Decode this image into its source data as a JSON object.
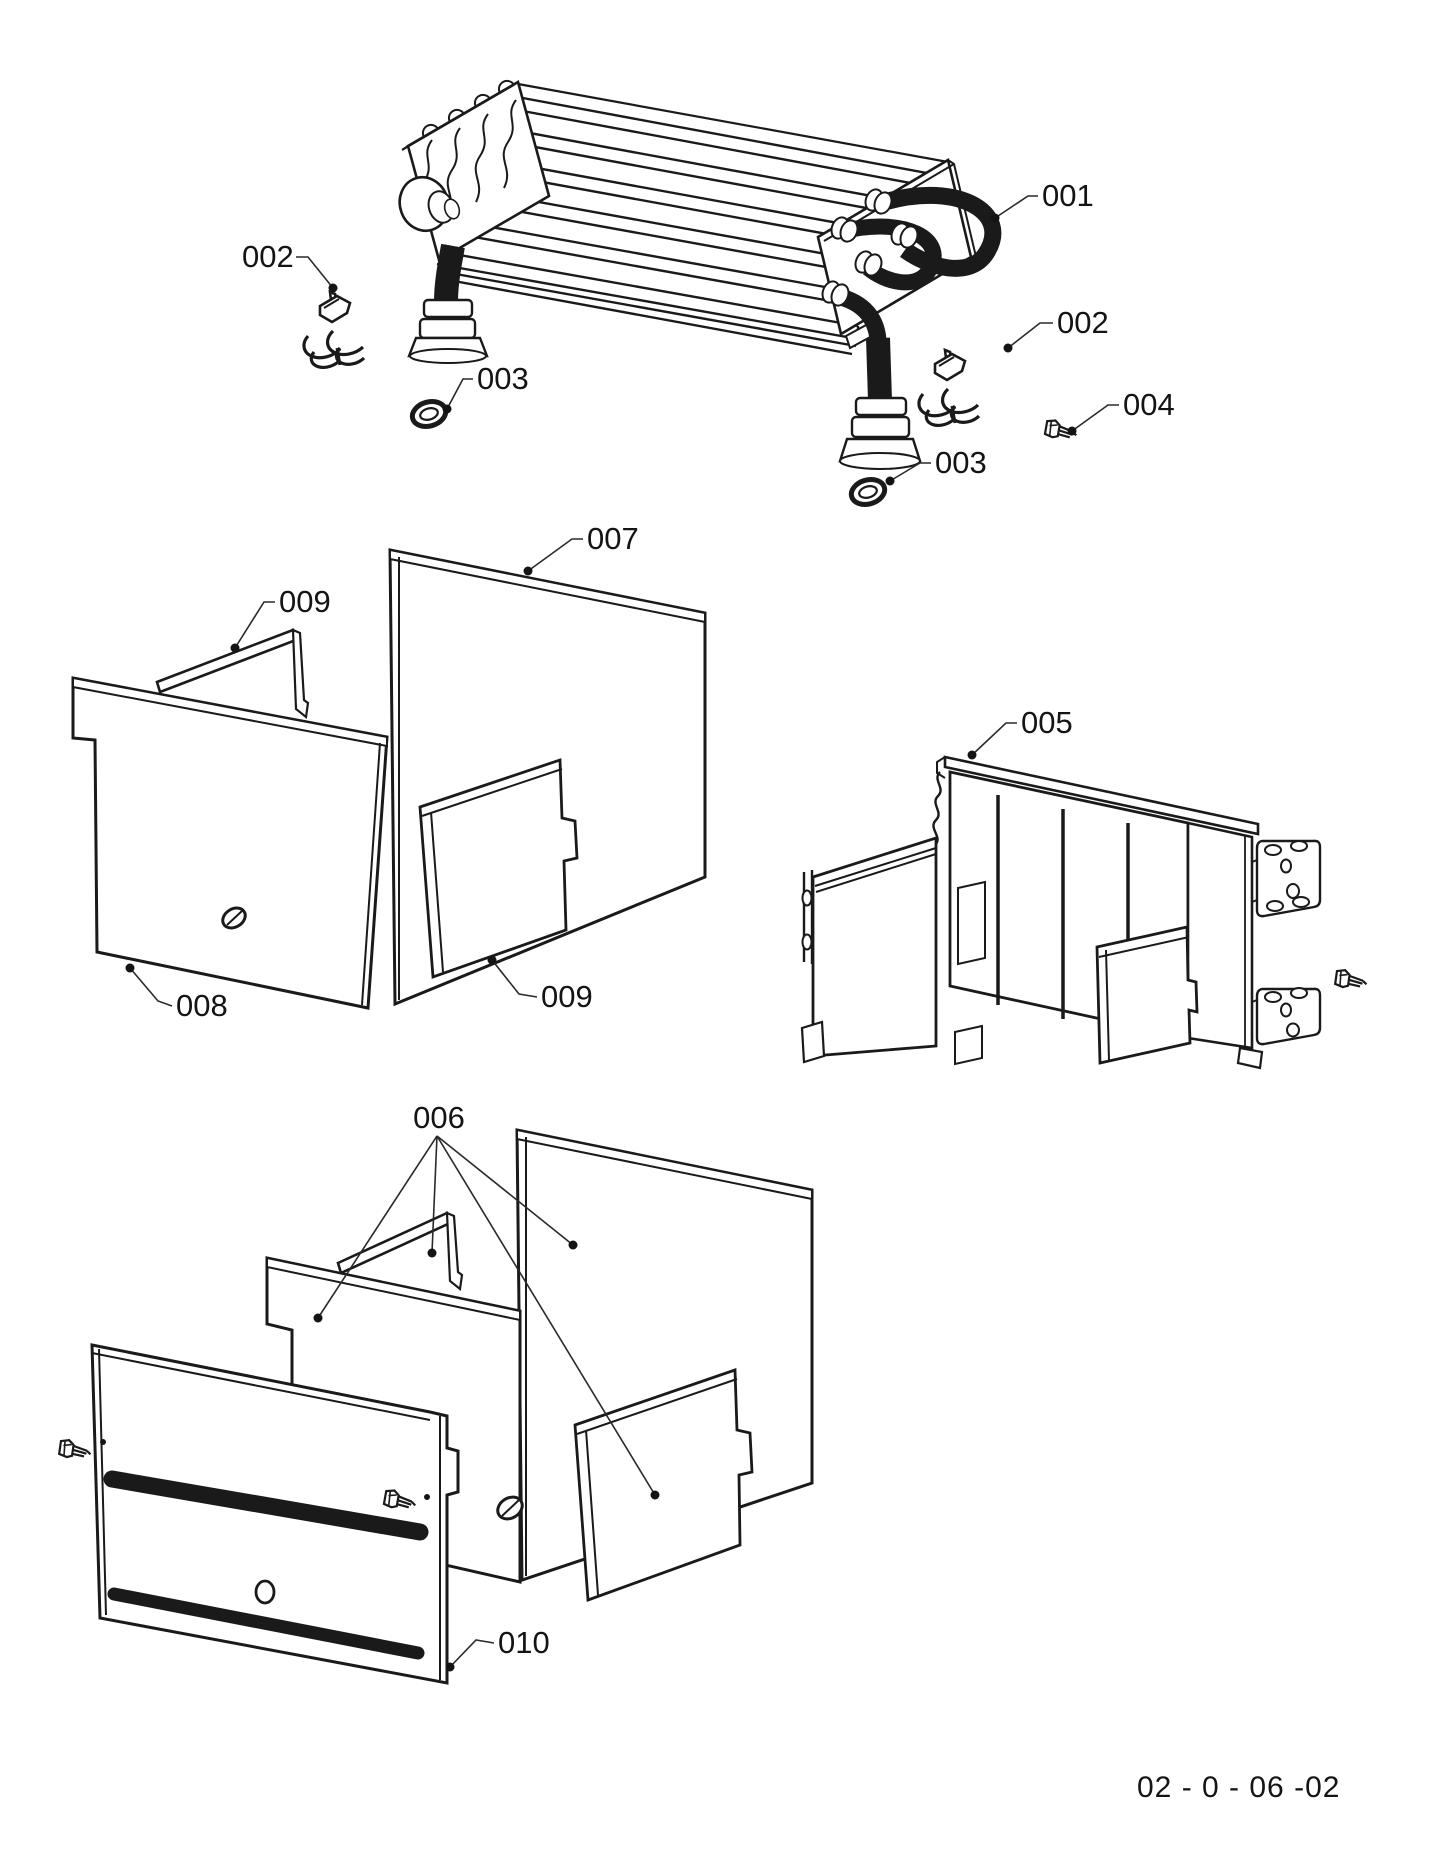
{
  "diagram": {
    "kind": "exploded-parts-diagram",
    "doc_number": "02 - 0 - 06 -02",
    "background_color": "#ffffff",
    "line_color": "#1a1a1a",
    "text_color": "#141414",
    "callouts": [
      {
        "label": "001",
        "part": "heat-exchanger-assembly"
      },
      {
        "label": "002",
        "part": "pipe-clamp-left"
      },
      {
        "label": "002",
        "part": "pipe-clamp-right"
      },
      {
        "label": "003",
        "part": "o-ring-gasket-left"
      },
      {
        "label": "003",
        "part": "o-ring-gasket-right"
      },
      {
        "label": "004",
        "part": "fixing-screw"
      },
      {
        "label": "007",
        "part": "insulation-rear-panel-upper"
      },
      {
        "label": "009",
        "part": "insulation-top-strip-upper"
      },
      {
        "label": "005",
        "part": "combustion-chamber-casing"
      },
      {
        "label": "008",
        "part": "insulation-left-panel-upper"
      },
      {
        "label": "009",
        "part": "insulation-side-panel-upper"
      },
      {
        "label": "006",
        "part": "insulation-panel-set-lower"
      },
      {
        "label": "010",
        "part": "front-panel"
      }
    ]
  }
}
